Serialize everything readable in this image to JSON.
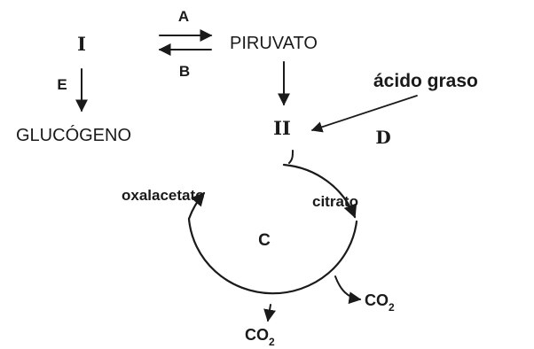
{
  "labels": {
    "I": "I",
    "II": "II",
    "A": "A",
    "B": "B",
    "C": "C",
    "D": "D",
    "E": "E",
    "piruvato": "PIRUVATO",
    "glucogeno": "GLUCÓGENO",
    "acido_graso": "ácido graso",
    "oxalacetato": "oxalacetato",
    "citrato": "citrato",
    "co2_base": "CO",
    "co2_sub": "2"
  }
}
